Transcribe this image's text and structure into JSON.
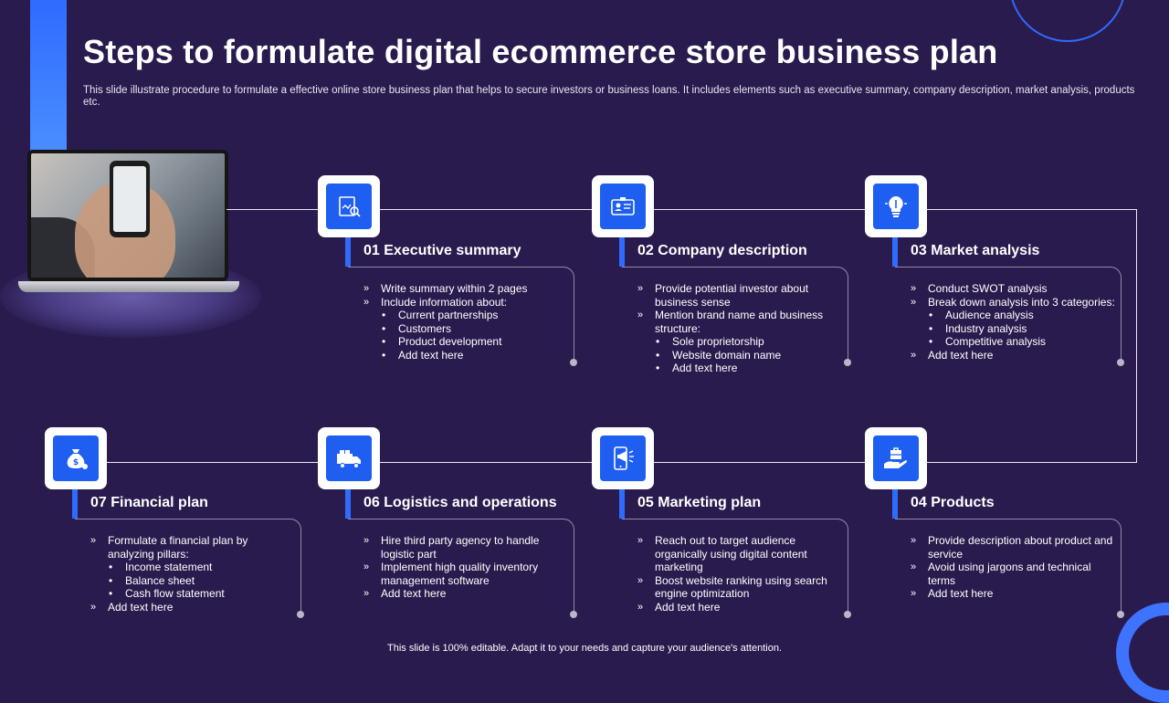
{
  "slide": {
    "title": "Steps to formulate digital ecommerce store business plan",
    "subtitle": "This slide illustrate procedure to formulate a effective online store business plan that helps to secure investors or business loans. It includes elements such as executive summary, company description, market analysis, products etc.",
    "footer": "This slide is 100% editable. Adapt it to your needs and capture your audience's attention."
  },
  "colors": {
    "background": "#2a1b4e",
    "accent": "#1e5ef0",
    "text": "#ffffff"
  },
  "steps": {
    "s1": {
      "title": "01 Executive summary",
      "icon": "document-magnifier-icon",
      "items": [
        "Write summary within 2 pages",
        "Include information about:",
        "Current partnerships",
        "Customers",
        "Product development",
        "Add text here"
      ]
    },
    "s2": {
      "title": "02 Company description",
      "icon": "id-card-icon",
      "items": [
        "Provide potential investor about business sense",
        "Mention  brand name and business structure:",
        "Sole proprietorship",
        "Website domain name",
        "Add text here"
      ]
    },
    "s3": {
      "title": "03 Market analysis",
      "icon": "lightbulb-icon",
      "items": [
        "Conduct SWOT analysis",
        "Break down analysis into 3 categories:",
        "Audience analysis",
        "Industry analysis",
        "Competitive analysis",
        "Add text here"
      ]
    },
    "s4": {
      "title": "04 Products",
      "icon": "box-in-hand-icon",
      "items": [
        "Provide description about product and service",
        "Avoid using jargons and technical terms",
        "Add text here"
      ]
    },
    "s5": {
      "title": "05 Marketing plan",
      "icon": "megaphone-phone-icon",
      "items": [
        "Reach out to target audience organically using digital content marketing",
        "Boost website ranking using search engine optimization",
        "Add text here"
      ]
    },
    "s6": {
      "title": "06 Logistics  and operations",
      "icon": "delivery-truck-icon",
      "items": [
        "Hire third party agency to handle logistic part",
        "Implement high quality inventory management software",
        "Add text here"
      ]
    },
    "s7": {
      "title": "07 Financial plan",
      "icon": "money-bag-icon",
      "items": [
        "Formulate a financial plan by analyzing pillars:",
        "Income statement",
        "Balance sheet",
        "Cash flow statement",
        "Add text here"
      ]
    }
  }
}
